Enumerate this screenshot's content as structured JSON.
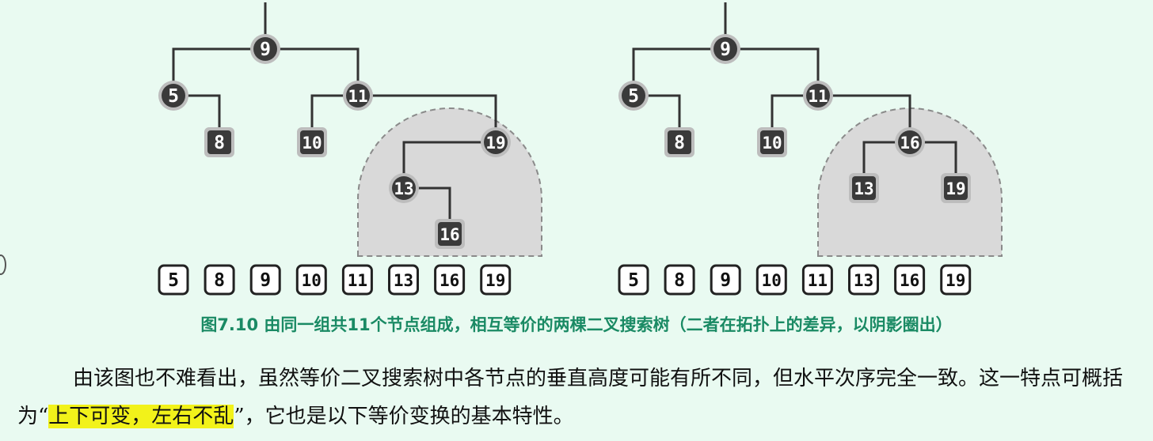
{
  "figure": {
    "left_tree": {
      "nodes": [
        {
          "id": "9",
          "label": "9",
          "kind": "circle"
        },
        {
          "id": "5",
          "label": "5",
          "kind": "circle"
        },
        {
          "id": "11",
          "label": "11",
          "kind": "circle"
        },
        {
          "id": "8",
          "label": "8",
          "kind": "square"
        },
        {
          "id": "10",
          "label": "10",
          "kind": "square"
        },
        {
          "id": "19",
          "label": "19",
          "kind": "circle"
        },
        {
          "id": "13",
          "label": "13",
          "kind": "circle"
        },
        {
          "id": "16",
          "label": "16",
          "kind": "square"
        }
      ],
      "edges": [
        [
          "9",
          "5"
        ],
        [
          "9",
          "11"
        ],
        [
          "5",
          "8"
        ],
        [
          "11",
          "10"
        ],
        [
          "11",
          "19"
        ],
        [
          "19",
          "13"
        ],
        [
          "13",
          "16"
        ]
      ]
    },
    "right_tree": {
      "nodes": [
        {
          "id": "9",
          "label": "9",
          "kind": "circle"
        },
        {
          "id": "5",
          "label": "5",
          "kind": "circle"
        },
        {
          "id": "11",
          "label": "11",
          "kind": "circle"
        },
        {
          "id": "8",
          "label": "8",
          "kind": "square"
        },
        {
          "id": "10",
          "label": "10",
          "kind": "square"
        },
        {
          "id": "16",
          "label": "16",
          "kind": "circle"
        },
        {
          "id": "13",
          "label": "13",
          "kind": "square"
        },
        {
          "id": "19",
          "label": "19",
          "kind": "square"
        }
      ],
      "edges": [
        [
          "9",
          "5"
        ],
        [
          "9",
          "11"
        ],
        [
          "5",
          "8"
        ],
        [
          "11",
          "10"
        ],
        [
          "11",
          "16"
        ],
        [
          "16",
          "13"
        ],
        [
          "16",
          "19"
        ]
      ]
    },
    "inorder_sequence": [
      "5",
      "8",
      "9",
      "10",
      "11",
      "13",
      "16",
      "19"
    ]
  },
  "caption": "图7.10 由同一组共11个节点组成，相互等价的两棵二叉搜索树（二者在拓扑上的差异，以阴影圈出）",
  "paragraph": {
    "part1": "由该图也不难看出，虽然等价二叉搜索树中各节点的垂直高度可能有所不同，但水平次序完全一致。这一特点可概括为“",
    "highlight": "上下可变，左右不乱",
    "part2": "”，它也是以下等价变换的基本特性。"
  },
  "colors": {
    "background": "#e9faf1",
    "caption": "#1a8a64",
    "node_fill": "#3a3a3a",
    "node_ring": "#bdbdbd",
    "shade": "#d9d9d9",
    "highlight": "#f2f21a"
  }
}
